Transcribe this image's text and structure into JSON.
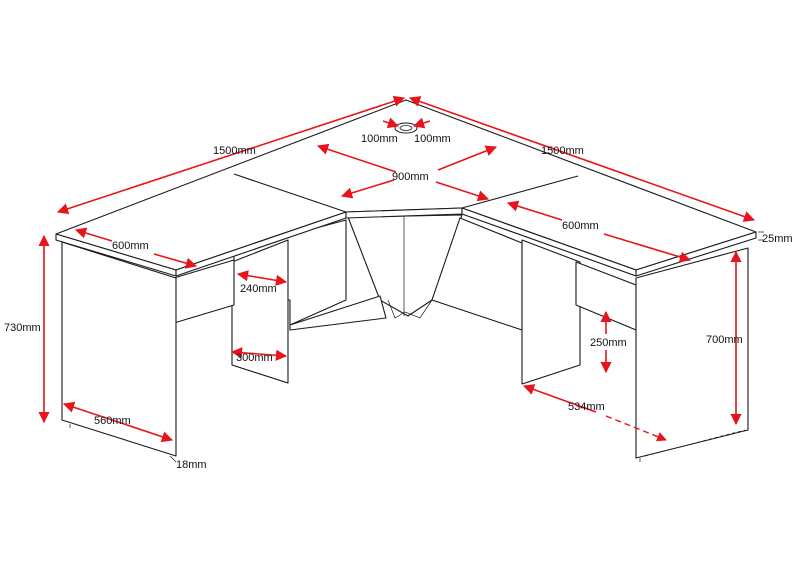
{
  "diagram": {
    "labels": {
      "left_length": "1500mm",
      "right_length": "1500mm",
      "grommet_left": "100mm",
      "grommet_right": "100mm",
      "corner_span": "900mm",
      "left_depth": "600mm",
      "right_depth": "600mm",
      "top_thickness": "25mm",
      "overall_height": "730mm",
      "leg_height": "700mm",
      "modesty_offset": "240mm",
      "modesty_height": "250mm",
      "leg_width": "300mm",
      "left_leg_depth": "560mm",
      "right_leg_depth": "534mm",
      "panel_thickness": "18mm"
    },
    "colors": {
      "dimension": "#e8141b",
      "outline": "#1a1a1a"
    }
  }
}
